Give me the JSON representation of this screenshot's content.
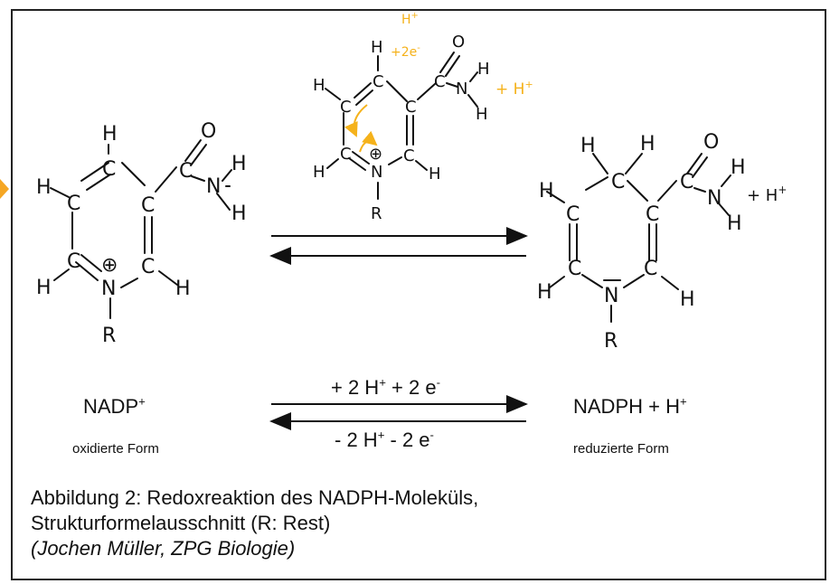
{
  "left": {
    "name": "NADP",
    "charge": "+",
    "form": "oxidierte Form"
  },
  "right": {
    "name": "NADPH + H",
    "charge": "+",
    "form": "reduzierte Form"
  },
  "forward": {
    "a": "+ 2 H",
    "b": "+",
    "c": " + 2 e",
    "d": "-"
  },
  "backward": {
    "a": "- 2 H",
    "b": "+",
    "c": " - 2 e",
    "d": "-"
  },
  "atoms": {
    "H": "H",
    "C": "C",
    "N": "N",
    "R": "R",
    "O": "O",
    "plus_circle": "⊕",
    "plus_H": "+ H",
    "plus_sup": "+",
    "two_e": "+2e",
    "minus_sup": "-"
  },
  "caption": {
    "line1": "Abbildung 2: Redoxreaktion des NADPH-Moleküls,",
    "line2": "Strukturformelausschnitt (R: Rest)",
    "line3": "(Jochen Müller, ZPG Biologie)"
  },
  "colors": {
    "accent": "#f5b21b",
    "ink": "#111111"
  }
}
